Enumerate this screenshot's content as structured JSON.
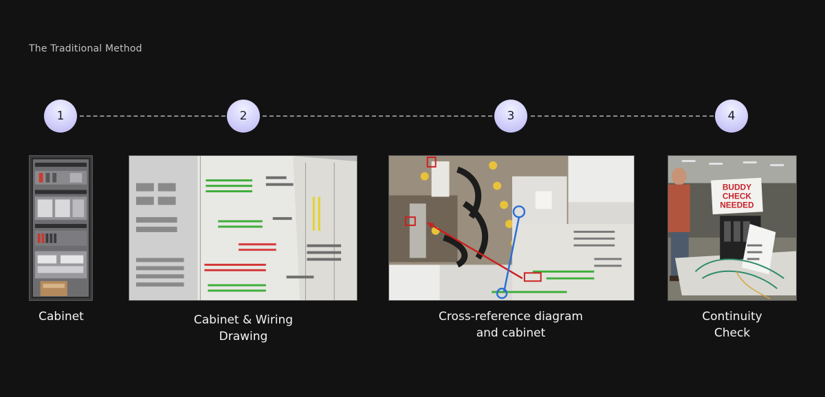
{
  "heading": "The Traditional Method",
  "colors": {
    "background": "#131213",
    "step_badge": "#d3d1fb",
    "connector": "#8e8e8e"
  },
  "steps": [
    {
      "number": "1",
      "caption_lines": [
        "Cabinet"
      ]
    },
    {
      "number": "2",
      "caption_lines": [
        "Cabinet & Wiring",
        "Drawing"
      ]
    },
    {
      "number": "3",
      "caption_lines": [
        "Cross-reference diagram",
        "and cabinet"
      ]
    },
    {
      "number": "4",
      "caption_lines": [
        "Continuity",
        "Check"
      ]
    }
  ],
  "photo4_sign": [
    "BUDDY",
    "CHECK",
    "NEEDED"
  ]
}
